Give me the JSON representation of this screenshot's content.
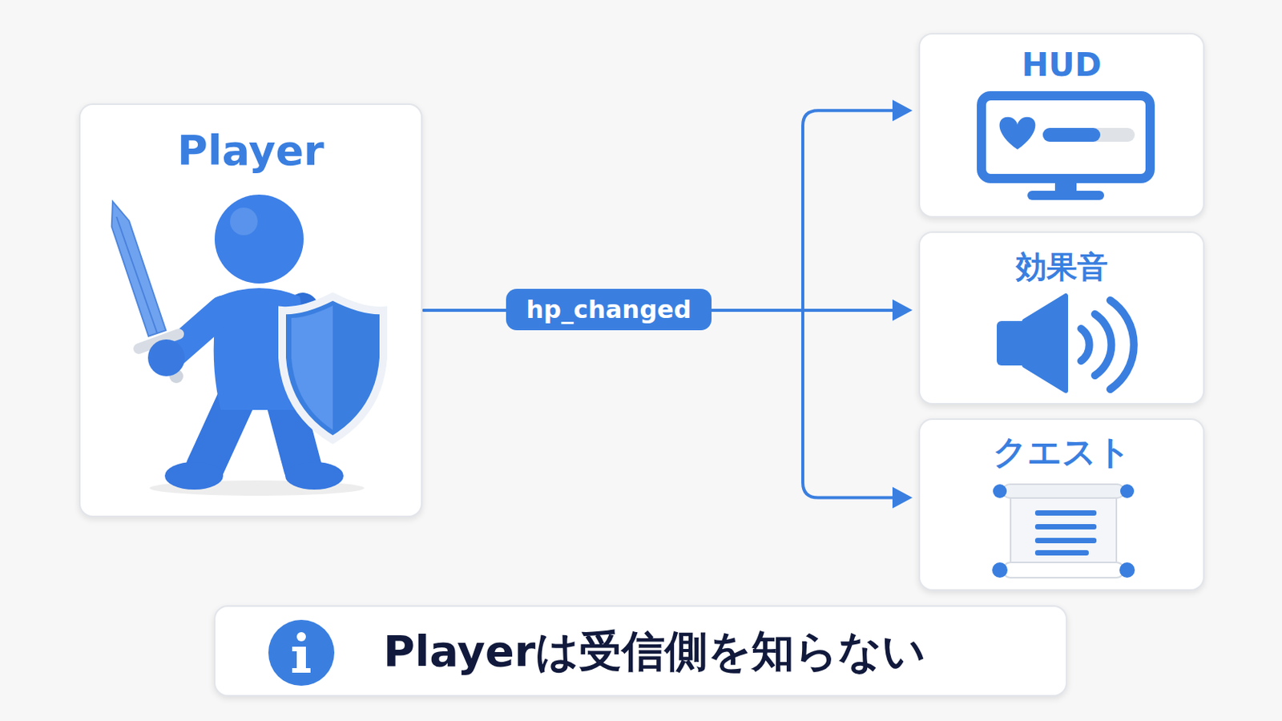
{
  "diagram": {
    "nodes": [
      {
        "text": [
          "Player"
        ]
      },
      {
        "text": [
          "HUD"
        ]
      },
      {
        "text": [
          "効果音"
        ]
      },
      {
        "text": [
          "クエスト"
        ]
      },
      {
        "text": [
          "Playerは受信側を知らない"
        ]
      }
    ],
    "edges": [
      {
        "from": 0,
        "to": 1,
        "arrow": "to"
      },
      {
        "from": 0,
        "to": 2,
        "arrow": "to",
        "label": "hp_changed"
      },
      {
        "from": 0,
        "to": 3,
        "arrow": "to"
      }
    ]
  }
}
